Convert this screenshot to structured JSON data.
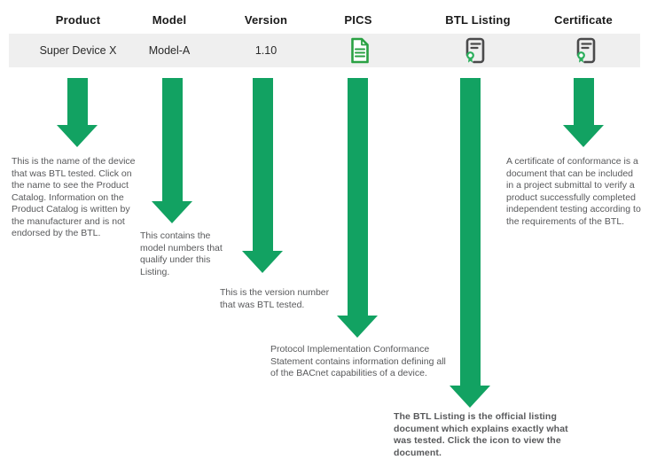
{
  "colors": {
    "arrow_green": "#12A262",
    "row_background": "#EFEFEF",
    "header_text": "#1A1A1A",
    "description_text": "#58595B",
    "pics_icon_green": "#2AA143",
    "certificate_icon_gray": "#4A4A4B",
    "certificate_ribbon_green": "#2BAE5C"
  },
  "table": {
    "columns": [
      {
        "key": "product",
        "label": "Product",
        "value": "Super Device X",
        "description": "This is the name of the device that was BTL tested. Click on the name to see the Product Catalog. Information on the Product Catalog is written by the manufacturer and is not endorsed by the BTL."
      },
      {
        "key": "model",
        "label": "Model",
        "value": "Model-A",
        "description": "This contains the model numbers that qualify under this Listing."
      },
      {
        "key": "version",
        "label": "Version",
        "value": "1.10",
        "description": "This is the version number that was BTL tested."
      },
      {
        "key": "pics",
        "label": "PICS",
        "icon": "document-icon",
        "description": "Protocol Implementation Conformance Statement contains information defining all of the BACnet capabilities of a device."
      },
      {
        "key": "btl_listing",
        "label": "BTL Listing",
        "icon": "certificate-icon",
        "description": "The BTL Listing is the official listing document which explains exactly what was tested. Click the icon to view the document."
      },
      {
        "key": "certificate",
        "label": "Certificate",
        "icon": "certificate-icon",
        "description": "A certificate of conformance is a document that can be included in a project submittal to verify a product successfully completed independent testing according to the requirements of the BTL."
      }
    ]
  }
}
